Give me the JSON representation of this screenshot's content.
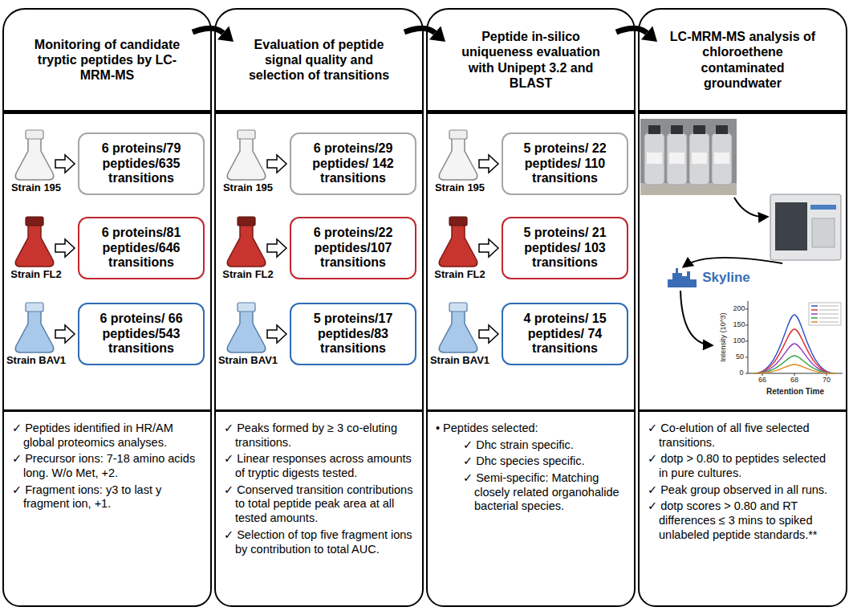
{
  "diagram": {
    "nodes": [
      {
        "text": [
          "Monitoring of candidate tryptic peptides by LC-MRM-MS",
          "✓ Peptides identified in HR/AM global proteomics analyses.",
          "✓ Precursor ions: 7-18 amino acids long. W/o Met, +2.",
          "✓ Fragment ions: y3 to last y fragment ion, +1."
        ]
      },
      {
        "text": [
          "6 proteins/79 peptides/635 transitions"
        ],
        "in": 0
      },
      {
        "text": [
          "6 proteins/81 peptides/646 transitions"
        ],
        "in": 0
      },
      {
        "text": [
          "6 proteins/ 66 peptides/543 transitions"
        ],
        "in": 0
      },
      {
        "text": [
          "Evaluation of peptide signal quality and selection of transitions",
          "✓ Peaks formed by ≥ 3 co-eluting transitions.",
          "✓ Linear responses across amounts of tryptic digests tested.",
          "✓ Conserved transition contributions to total peptide peak area at all tested amounts.",
          "✓ Selection of top five fragment ions by contribution to total AUC."
        ]
      },
      {
        "text": [
          "6 proteins/29 peptides/ 142 transitions"
        ],
        "in": 4
      },
      {
        "text": [
          "6 proteins/22 peptides/107 transitions"
        ],
        "in": 4
      },
      {
        "text": [
          "5 proteins/17 peptides/83 transitions"
        ],
        "in": 4
      },
      {
        "text": [
          "Peptide in-silico uniqueness evaluation with Unipept 3.2 and BLAST",
          "• Peptides selected:",
          "✓ Dhc strain specific.",
          "✓ Dhc species specific.",
          "✓ Semi-specific: Matching closely related organohalide bacterial species."
        ]
      },
      {
        "text": [
          "5 proteins/ 22 peptides/ 110 transitions"
        ],
        "in": 8
      },
      {
        "text": [
          "5 proteins/ 21 peptides/ 103 transitions"
        ],
        "in": 8
      },
      {
        "text": [
          "4 proteins/ 15 peptides/ 74 transitions"
        ],
        "in": 8
      },
      {
        "text": [
          "LC-MRM-MS analysis of chloroethene contaminated groundwater",
          "✓ Co-elution of all five selected transitions.",
          "✓ dotp > 0.80 to peptides selected in pure cultures.",
          "✓ Peak group observed in all runs.",
          "✓ dotp scores > 0.80 and RT differences ≤ 3 mins to spiked unlabeled peptide standards.**"
        ]
      }
    ],
    "edges": [
      {
        "from": 0,
        "to": 4,
        "arrow": "to"
      },
      {
        "from": 4,
        "to": 8,
        "arrow": "to"
      },
      {
        "from": 8,
        "to": 12,
        "arrow": "to"
      }
    ],
    "labels": [
      "Strain 195",
      "Strain FL2",
      "Strain BAV1",
      "Strain 195",
      "Strain FL2",
      "Strain BAV1",
      "Strain 195",
      "Strain FL2",
      "Strain BAV1",
      "Skyline",
      "Intensity (10^3)",
      "200",
      "150",
      "100",
      "50",
      "0",
      "66",
      "68",
      "70",
      "Retention Time"
    ]
  }
}
